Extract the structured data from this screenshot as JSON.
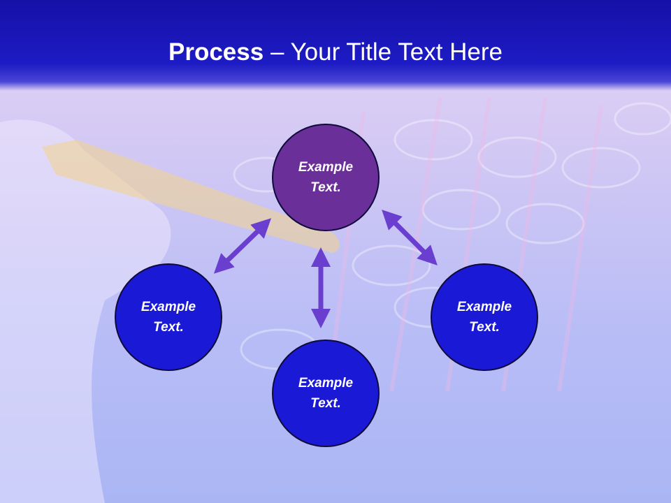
{
  "slide": {
    "title_bold": "Process",
    "title_rest": " – Your Title Text Here"
  },
  "nodes": {
    "top": "Example Text.",
    "left": "Example Text.",
    "bottom": "Example Text.",
    "right": "Example Text."
  },
  "colors": {
    "header": "#1510a6",
    "node_top": "#6a2f98",
    "node_other": "#1a1ad6",
    "arrow": "#6a3fd0",
    "title_text": "#ffffff"
  }
}
